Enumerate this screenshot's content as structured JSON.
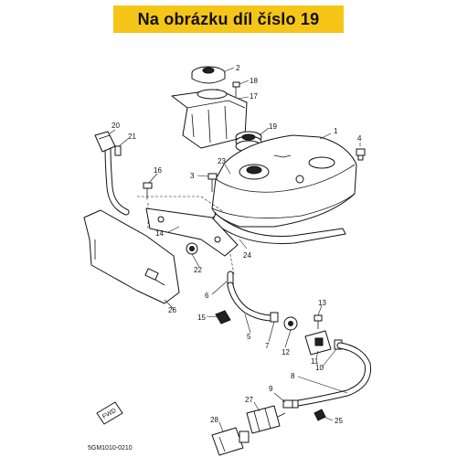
{
  "banner": {
    "text": "Na obrázku díl číslo 19"
  },
  "diagram": {
    "code": "5GM1010-0210",
    "fwd": "FWD",
    "labels": [
      "1",
      "2",
      "3",
      "4",
      "5",
      "6",
      "7",
      "8",
      "9",
      "10",
      "11",
      "12",
      "13",
      "14",
      "15",
      "16",
      "17",
      "18",
      "19",
      "20",
      "21",
      "22",
      "23",
      "24",
      "25",
      "26",
      "27",
      "28"
    ]
  }
}
